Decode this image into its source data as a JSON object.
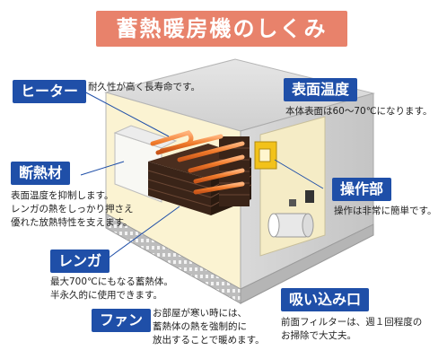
{
  "title": "蓄熱暖房機のしくみ",
  "callouts": {
    "heater": {
      "label": "ヒーター",
      "desc": [
        "耐久性が高く長寿命です。"
      ]
    },
    "surface_temp": {
      "label": "表面温度",
      "desc": [
        "本体表面は60～70℃になります。"
      ]
    },
    "insulation": {
      "label": "断熱材",
      "desc": [
        "表面温度を抑制します。",
        "レンガの熱をしっかり押さえ",
        "優れた放熱特性を支えます。"
      ]
    },
    "control": {
      "label": "操作部",
      "desc": [
        "操作は非常に簡単です。"
      ]
    },
    "brick": {
      "label": "レンガ",
      "desc": [
        "最大700℃にもなる蓄熱体。",
        "半永久的に使用できます。"
      ]
    },
    "fan": {
      "label": "ファン",
      "desc": [
        "お部屋が寒い時には、",
        "蓄熱体の熱を強制的に",
        "放出することで暖めます。"
      ]
    },
    "intake": {
      "label": "吸い込み口",
      "desc": [
        "前面フィルターは、週１回程度の",
        "お掃除で大丈夫。"
      ]
    }
  },
  "colors": {
    "title_bg": "#e8826b",
    "label_bg": "#1f4fa8",
    "heater": "#f07a2a",
    "brick": "#3a2418",
    "cabinet": "#fbf3d2"
  }
}
